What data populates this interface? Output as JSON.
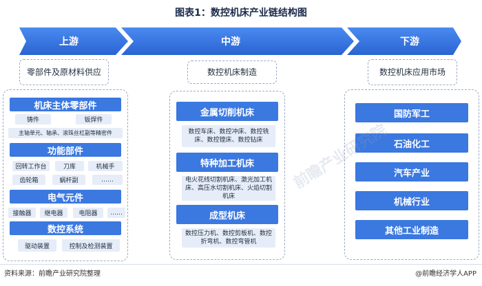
{
  "title": "图表1：数控机床产业链结构图",
  "stages": {
    "upstream": "上游",
    "midstream": "中游",
    "downstream": "下游"
  },
  "stage_subtitles": {
    "upstream": "零部件及原材料供应",
    "midstream": "数控机床制造",
    "downstream": "数控机床应用市场"
  },
  "upstream": {
    "main_parts": {
      "title": "机床主体零部件",
      "items": [
        "铸件",
        "钣焊件"
      ],
      "wide_item": "主轴单元、轴承、滚珠丝杠副等精密件"
    },
    "functional_parts": {
      "title": "功能部件",
      "items": [
        "回转工作台",
        "刀库",
        "机械手",
        "齿轮箱",
        "蜗杆副",
        "……"
      ]
    },
    "electrical": {
      "title": "电气元件",
      "items": [
        "接触器",
        "继电器",
        "电阻器",
        "……"
      ]
    },
    "cnc_system": {
      "title": "数控系统",
      "items": [
        "驱动装置",
        "控制及检测装置"
      ]
    }
  },
  "midstream": {
    "metal_cutting": {
      "title": "金属切削机床",
      "desc": "数控车床、数控冲床、数控铣床、数控镗床、数控钻床"
    },
    "special_processing": {
      "title": "特种加工机床",
      "desc": "电火花线切割机床、激光加工机床、高压水切割机床、火焰切割机床"
    },
    "forming": {
      "title": "成型机床",
      "desc": "数控压力机、数控剪板机、数控折弯机、数控弯管机"
    }
  },
  "downstream": {
    "items": [
      "国防军工",
      "石油化工",
      "汽车产业",
      "机械行业",
      "其他工业制造"
    ]
  },
  "footer": {
    "source": "资料来源：前瞻产业研究院整理",
    "brand": "@前瞻经济学人APP"
  },
  "watermark": {
    "text": "前瞻产业研究院"
  },
  "colors": {
    "chevron": "#2f6fe0",
    "chevron_light": "#4a8af0",
    "block": "#3b78e0",
    "chip": "#e6edf8"
  }
}
